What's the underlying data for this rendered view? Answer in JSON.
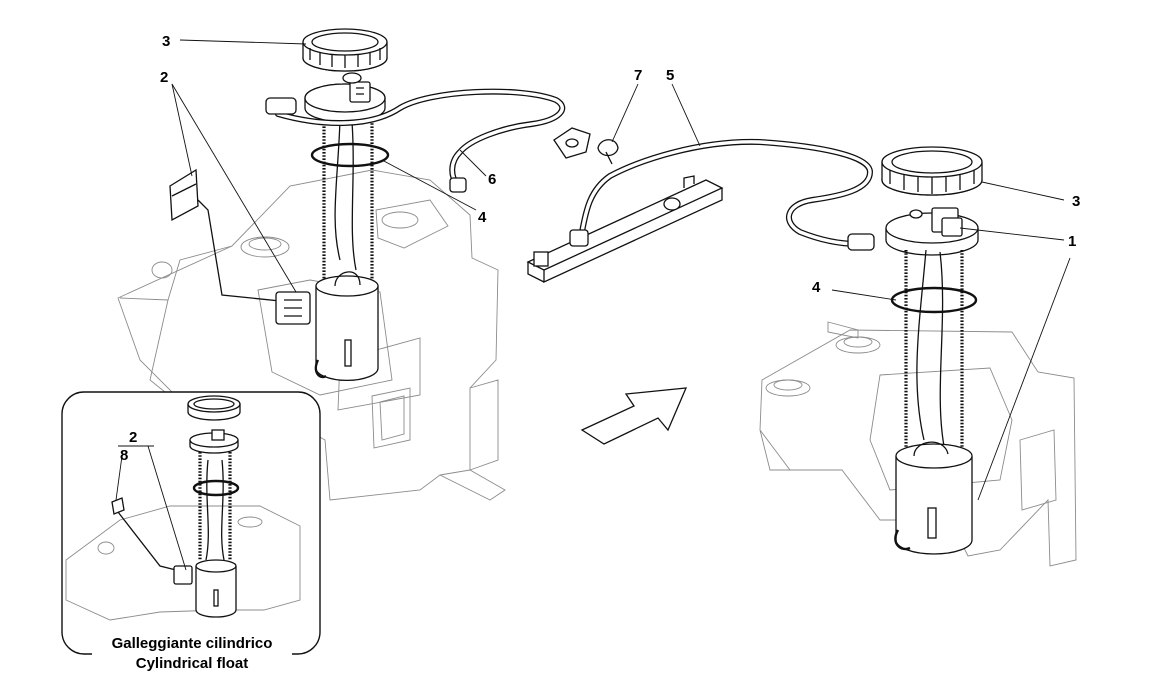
{
  "callouts": {
    "c1": "1",
    "c2_main": "2",
    "c2_inset": "2",
    "c3_left": "3",
    "c3_right": "3",
    "c4_left": "4",
    "c4_right": "4",
    "c5": "5",
    "c6": "6",
    "c7": "7",
    "c8": "8"
  },
  "inset": {
    "caption_line1": "Galleggiante cilindrico",
    "caption_line2": "Cylindrical float"
  }
}
